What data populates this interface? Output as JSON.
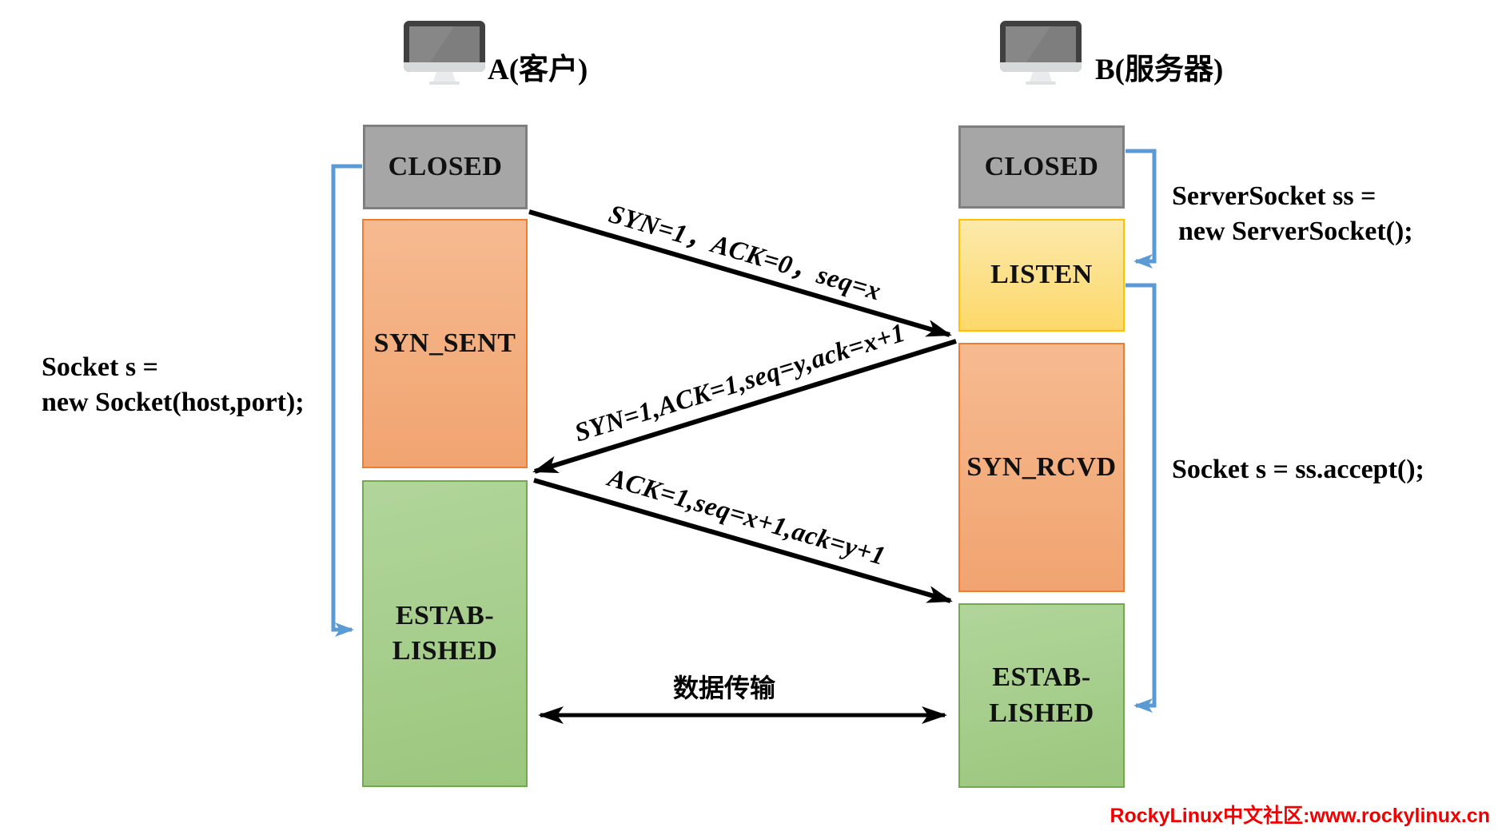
{
  "actors": {
    "client": {
      "label": "A(客户)"
    },
    "server": {
      "label": "B(服务器)"
    }
  },
  "client": {
    "states": [
      {
        "label": "CLOSED"
      },
      {
        "label": "SYN_SENT"
      },
      {
        "line1": "ESTAB-",
        "line2": "LISHED"
      }
    ]
  },
  "server": {
    "states": [
      {
        "label": "CLOSED"
      },
      {
        "label": "LISTEN"
      },
      {
        "label": "SYN_RCVD"
      },
      {
        "line1": "ESTAB-",
        "line2": "LISHED"
      }
    ]
  },
  "messages": {
    "syn": "SYN=1，ACK=0，seq=x",
    "synack": "SYN=1,ACK=1,seq=y,ack=x+1",
    "ack": "ACK=1,seq=x+1,ack=y+1",
    "data": "数据传输"
  },
  "code": {
    "client_line1": "Socket s =",
    "client_line2": "new Socket(host,port);",
    "server1_line1": "ServerSocket ss =",
    "server1_line2": "new ServerSocket();",
    "server2": "Socket s = ss.accept();"
  },
  "footer": {
    "text": "RockyLinux中文社区:www.rockylinux.cn"
  },
  "colors": {
    "closed_fill": "#a6a6a6",
    "closed_border": "#7f7f7f",
    "orange_fill": "#f4b183",
    "orange_border": "#ed7d31",
    "yellow_fill": "#ffd966",
    "yellow_border": "#ffc000",
    "green_fill": "#a9d08e",
    "green_border": "#72a94f",
    "connector_blue": "#5b9bd5",
    "arrow_black": "#000000",
    "footer_red": "#f20000"
  }
}
